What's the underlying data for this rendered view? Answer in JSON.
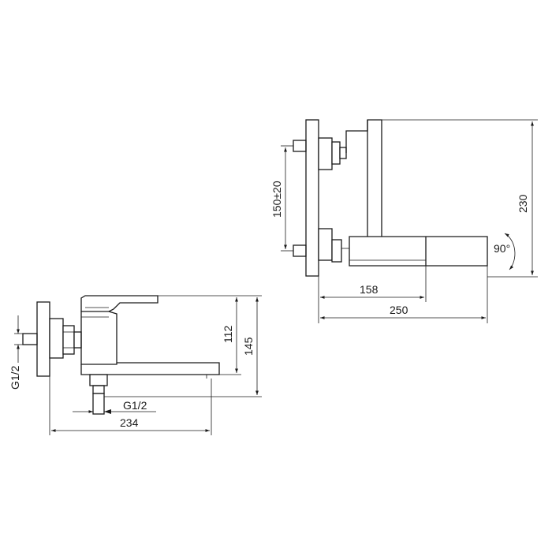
{
  "dimensions": {
    "front_height_230": "230",
    "front_spacing": "150±20",
    "front_depth_158": "158",
    "front_depth_250": "250",
    "front_rotation": "90°",
    "side_height_112": "112",
    "side_height_145": "145",
    "side_thread_top": "G1/2",
    "side_thread_bottom": "G1/2",
    "side_length_234": "234"
  }
}
